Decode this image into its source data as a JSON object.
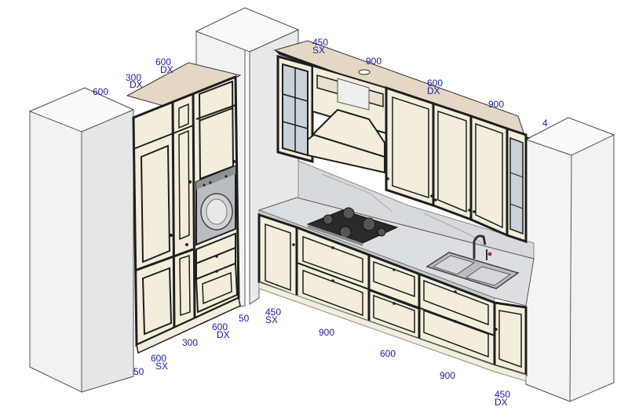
{
  "colors": {
    "wall": "#f2f2f2",
    "wall_side": "#e4e4e4",
    "outline": "#555555",
    "cabinet": "#f3eedc",
    "cabinet_dark": "#1e1e1e",
    "counter": "#dcdfe2",
    "backsplash": "#d7dadc",
    "oak": "#e4d8c4",
    "dim_text": "#1a1aa8",
    "steel": "#b9bcc0"
  },
  "labels": {
    "upper_left_600": "600",
    "upper_left_600_dx": "600",
    "upper_left_dx": "DX",
    "upper_left_300": "300",
    "upper_left_300_dx": "DX",
    "upper_450": "450",
    "upper_450_sx": "SX",
    "upper_900_a": "900",
    "upper_600": "600",
    "upper_600_dx": "DX",
    "upper_900_b": "900",
    "upper_4": "4",
    "base_50_right": "50",
    "base_450": "450",
    "base_450_sx": "SX",
    "base_600_dx_val": "600",
    "base_600_dx": "DX",
    "base_300": "300",
    "base_600_sx_val": "600",
    "base_600_sx": "SX",
    "base_50_left": "50",
    "base_900_a": "900",
    "base_600": "600",
    "base_900_b": "900",
    "base_450_dx_val": "450",
    "base_450_dx": "DX"
  },
  "icons": {
    "hob": "gas-hob-icon",
    "oven": "oven-icon",
    "sink": "double-sink-icon",
    "tap": "faucet-icon"
  }
}
